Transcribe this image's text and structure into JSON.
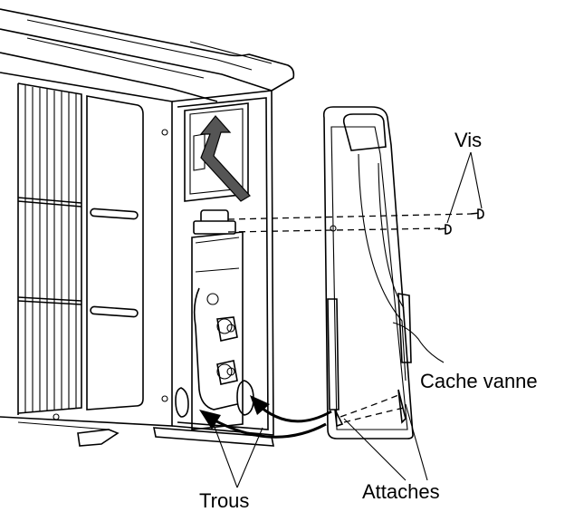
{
  "labels": {
    "screws": "Vis",
    "valve_cover": "Cache vanne",
    "holes": "Trous",
    "tabs": "Attaches"
  }
}
